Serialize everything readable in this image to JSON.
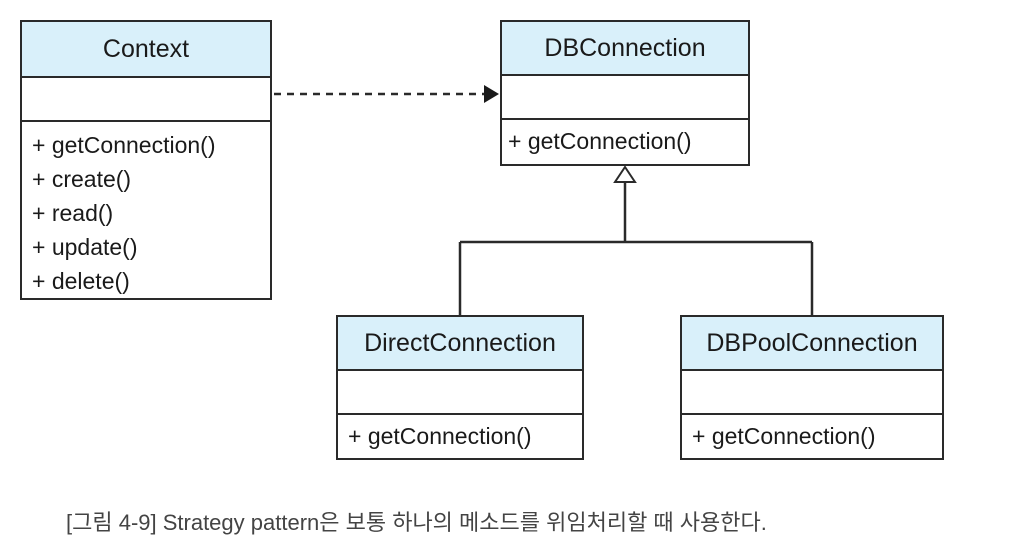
{
  "context": {
    "name": "Context",
    "operations": [
      "+ getConnection()",
      "+ create()",
      "+ read()",
      "+ update()",
      "+ delete()"
    ]
  },
  "db_connection": {
    "name": "DBConnection",
    "operations": [
      "+ getConnection()"
    ]
  },
  "direct_connection": {
    "name": "DirectConnection",
    "operations": [
      "+ getConnection()"
    ]
  },
  "db_pool_connection": {
    "name": "DBPoolConnection",
    "operations": [
      "+ getConnection()"
    ]
  },
  "caption": "[그림 4-9] Strategy pattern은 보통 하나의 메소드를 위임처리할 때 사용한다."
}
